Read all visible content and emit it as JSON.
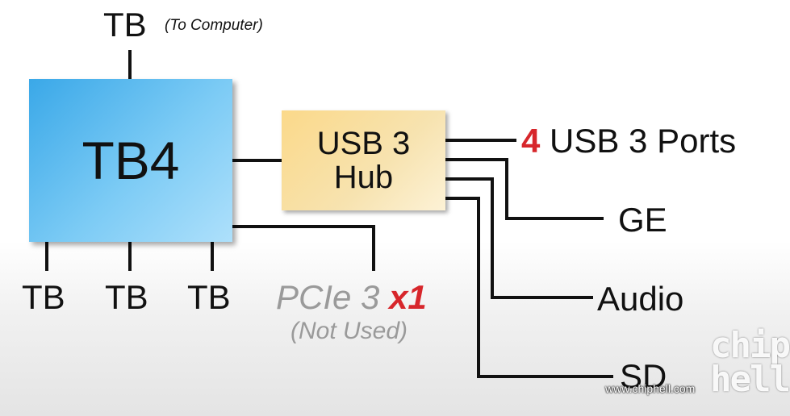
{
  "diagram": {
    "top_port": {
      "label": "TB",
      "note": "(To Computer)"
    },
    "tb4": {
      "label": "TB4"
    },
    "hub": {
      "line1": "USB 3",
      "line2": "Hub"
    },
    "bottom_ports": [
      "TB",
      "TB",
      "TB"
    ],
    "pcie": {
      "label": "PCIe 3 ",
      "lanes": "x1",
      "note": "(Not Used)"
    },
    "usb_ports": {
      "count": "4",
      "label": " USB 3 Ports"
    },
    "outputs": [
      "GE",
      "Audio",
      "SD"
    ]
  },
  "watermark": {
    "logo": "chiphell",
    "url": "www.chiphell.com"
  },
  "colors": {
    "tb4_box": "#5bbcf0",
    "hub_box": "#f9dc98",
    "accent_red": "#d7262b",
    "pcie_gray": "#9a9a9a",
    "lines": "#111111"
  }
}
